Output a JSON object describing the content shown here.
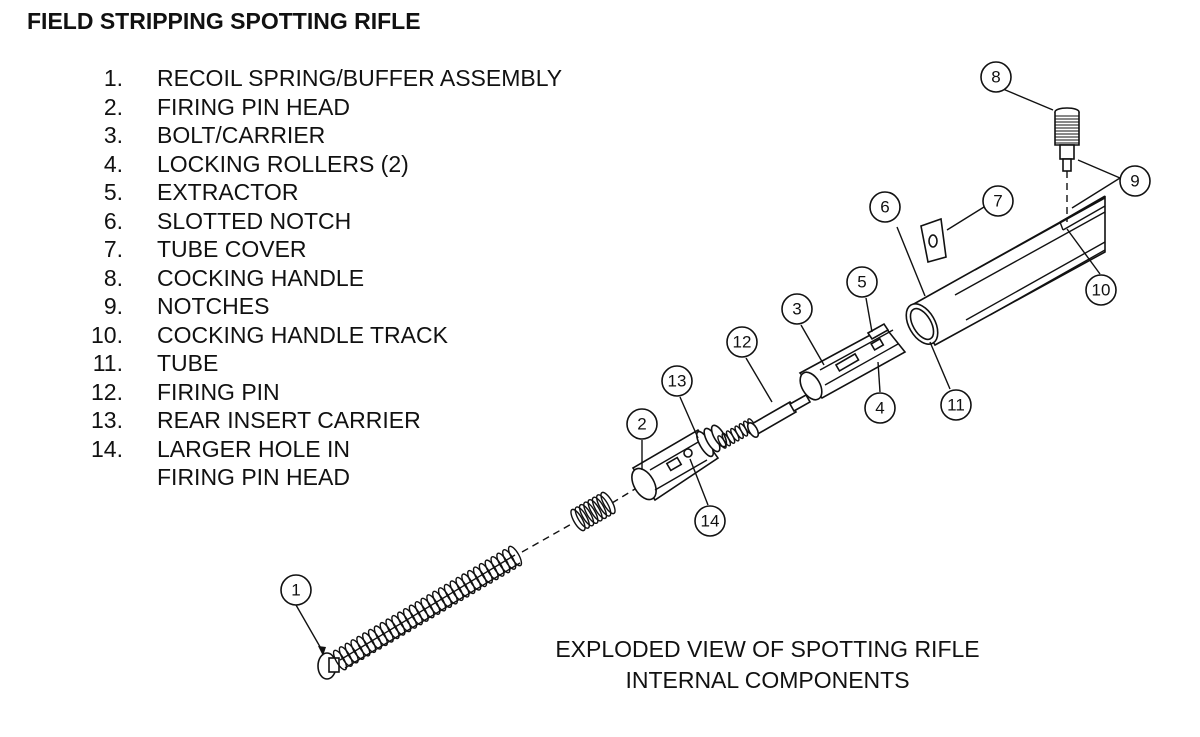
{
  "title": "FIELD STRIPPING SPOTTING RIFLE",
  "legend": [
    {
      "num": "1.",
      "label": "RECOIL SPRING/BUFFER ASSEMBLY"
    },
    {
      "num": "2.",
      "label": "FIRING PIN HEAD"
    },
    {
      "num": "3.",
      "label": "BOLT/CARRIER"
    },
    {
      "num": "4.",
      "label": "LOCKING ROLLERS (2)"
    },
    {
      "num": "5.",
      "label": "EXTRACTOR"
    },
    {
      "num": "6.",
      "label": "SLOTTED NOTCH"
    },
    {
      "num": "7.",
      "label": "TUBE COVER"
    },
    {
      "num": "8.",
      "label": "COCKING HANDLE"
    },
    {
      "num": "9.",
      "label": "NOTCHES"
    },
    {
      "num": "10.",
      "label": "COCKING HANDLE TRACK"
    },
    {
      "num": "11.",
      "label": "TUBE"
    },
    {
      "num": "12.",
      "label": "FIRING PIN"
    },
    {
      "num": "13.",
      "label": "REAR INSERT CARRIER"
    },
    {
      "num": "14.",
      "label": "LARGER HOLE IN"
    },
    {
      "num": "",
      "label": "FIRING PIN HEAD"
    }
  ],
  "caption": {
    "line1": "EXPLODED VIEW OF SPOTTING RIFLE",
    "line2": "INTERNAL COMPONENTS"
  },
  "callouts": {
    "c1": "1",
    "c2": "2",
    "c3": "3",
    "c4": "4",
    "c5": "5",
    "c6": "6",
    "c7": "7",
    "c8": "8",
    "c9": "9",
    "c10": "10",
    "c11": "11",
    "c12": "12",
    "c13": "13",
    "c14": "14"
  }
}
